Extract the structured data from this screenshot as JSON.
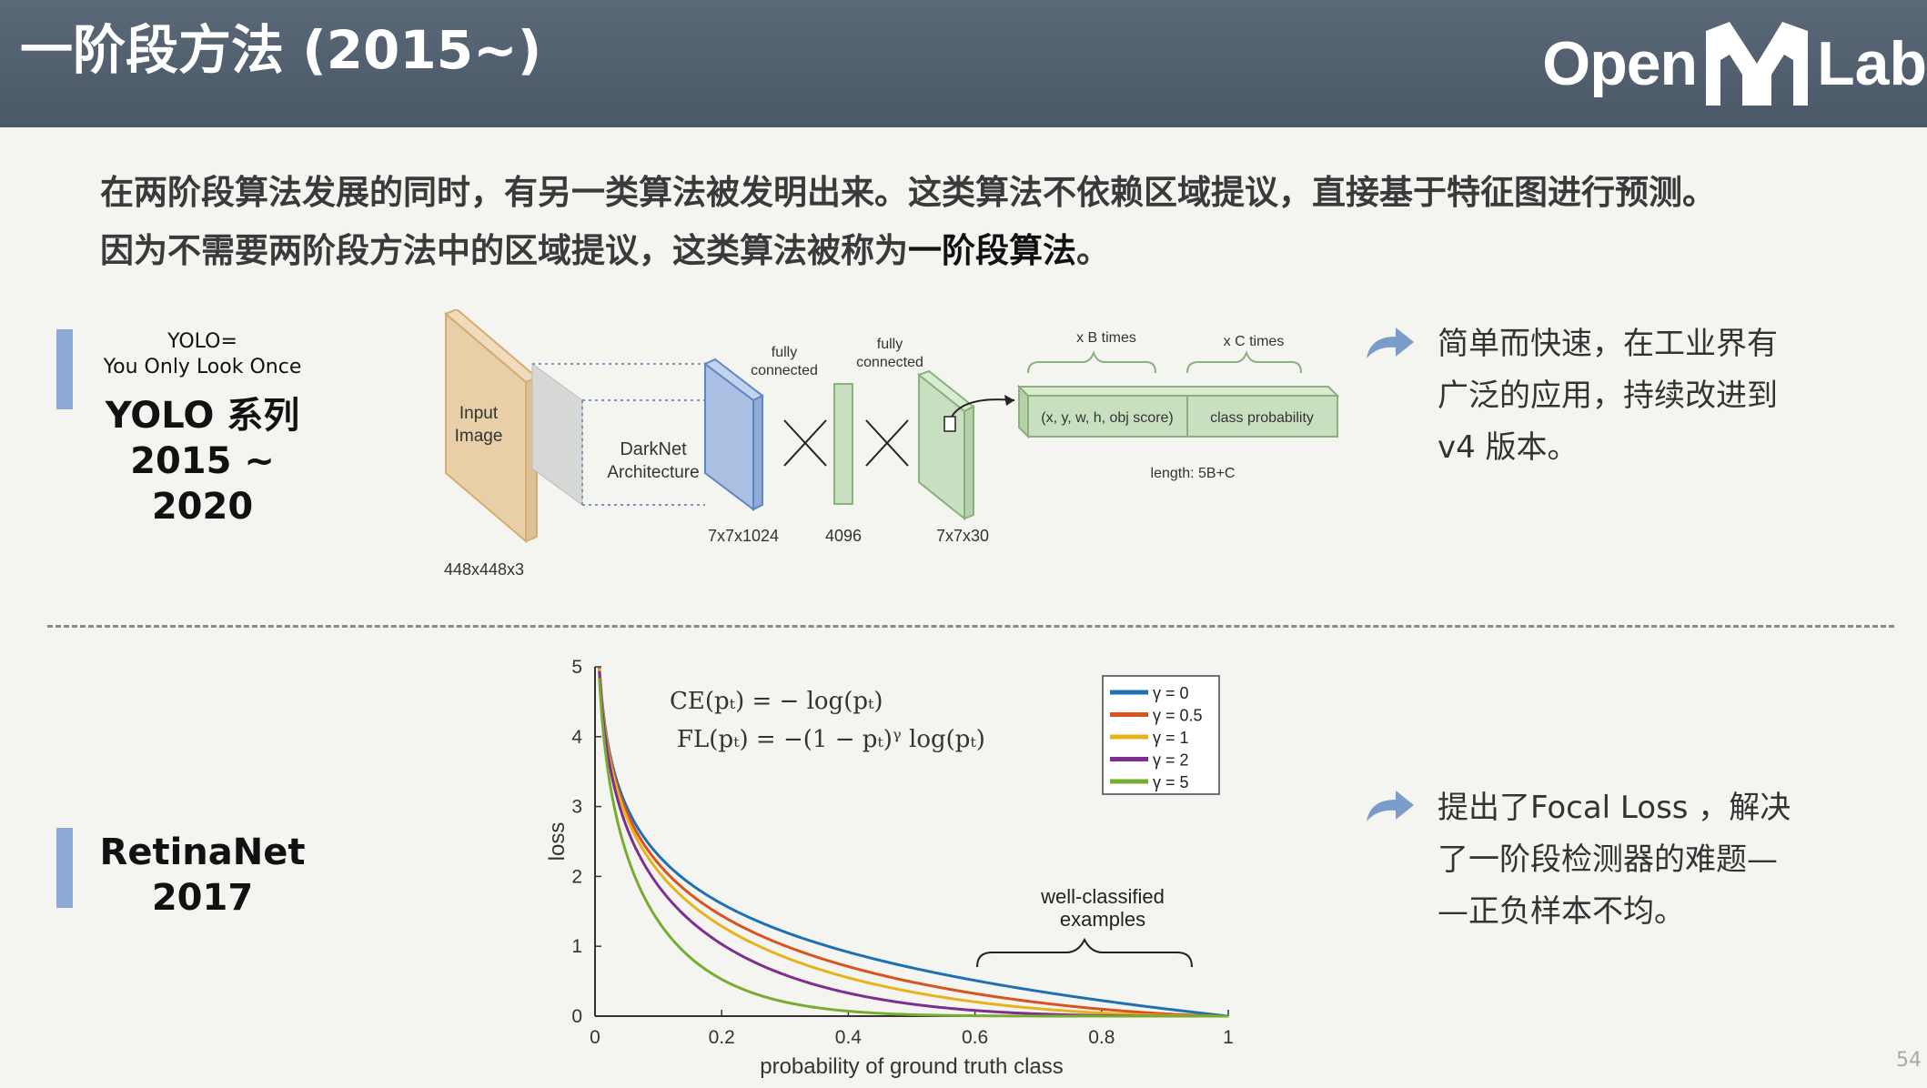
{
  "slide": {
    "title": "一阶段方法 (2015~)",
    "logo": {
      "part1": "Open",
      "part2": "Lab"
    },
    "intro_line1": "在两阶段算法发展的同时，有另一类算法被发明出来。这类算法不依赖区域提议，直接基于特征图进行预测。",
    "intro_line2_a": "因为不需要两阶段方法中的区域提议，这类算法被称为",
    "intro_line2_b": "一阶段算法",
    "intro_line2_c": "。",
    "page_number": "54"
  },
  "yolo": {
    "acronym_line1": "YOLO=",
    "acronym_line2": "You Only Look Once",
    "name": "YOLO 系列",
    "years": "2015 ~ 2020",
    "note_line1": "简单而快速，在工业界有",
    "note_line2": "广泛的应用，持续改进到",
    "note_line3": "v4 版本。",
    "diagram": {
      "input_label_1": "Input",
      "input_label_2": "Image",
      "input_size": "448x448x3",
      "darknet_1": "DarkNet",
      "darknet_2": "Architecture",
      "feat_size": "7x7x1024",
      "fc1_label_1": "fully",
      "fc1_label_2": "connected",
      "fc1_size": "4096",
      "fc2_label_1": "fully",
      "fc2_label_2": "connected",
      "out_size": "7x7x30",
      "b_times": "x B times",
      "c_times": "x C times",
      "box_label": "(x, y, w, h, obj score)",
      "class_label": "class probability",
      "length_label": "length: 5B+C"
    }
  },
  "retina": {
    "name": "RetinaNet",
    "year": "2017",
    "note_line1": "提出了Focal Loss ，解决",
    "note_line2": "了一阶段检测器的难题—",
    "note_line3": "—正负样本不均。"
  },
  "chart_data": {
    "type": "line",
    "xlabel": "probability of ground truth class",
    "ylabel": "loss",
    "xlim": [
      0,
      1
    ],
    "ylim": [
      0,
      5
    ],
    "xticks": [
      "0",
      "0.2",
      "0.4",
      "0.6",
      "0.8",
      "1"
    ],
    "yticks": [
      "0",
      "1",
      "2",
      "3",
      "4",
      "5"
    ],
    "formula_ce": "CE(pₜ) = − log(pₜ)",
    "formula_fl": "FL(pₜ) = −(1 − pₜ)ᵞ log(pₜ)",
    "annotation_line1": "well-classified",
    "annotation_line2": "examples",
    "annotation_range": [
      0.6,
      1.0
    ],
    "legend_position": "top-right",
    "grid": false,
    "series": [
      {
        "name": "γ = 0",
        "gamma": 0,
        "color": "#1f6fb5"
      },
      {
        "name": "γ = 0.5",
        "gamma": 0.5,
        "color": "#d9531e"
      },
      {
        "name": "γ = 1",
        "gamma": 1,
        "color": "#e8b21c"
      },
      {
        "name": "γ = 2",
        "gamma": 2,
        "color": "#7e2f8e"
      },
      {
        "name": "γ = 5",
        "gamma": 5,
        "color": "#77ac30"
      }
    ]
  },
  "colors": {
    "header": "#4f5d6c",
    "accent_bar": "#8fa9d6",
    "arrow": "#7a9cc8"
  }
}
